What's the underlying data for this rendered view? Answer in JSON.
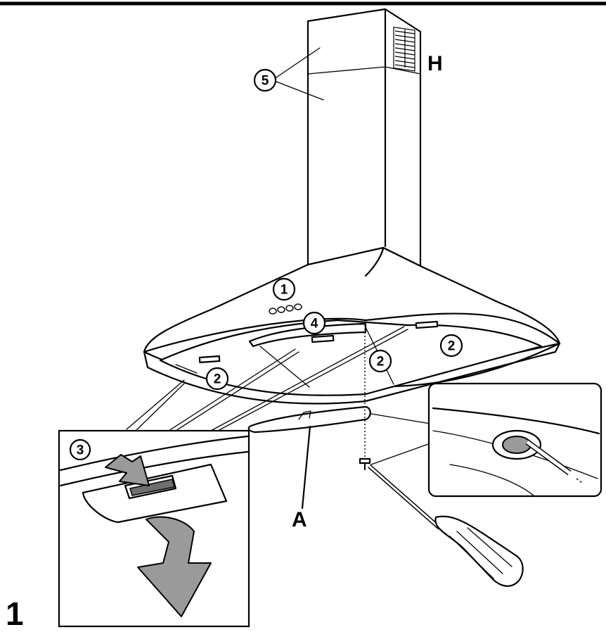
{
  "figure_number": "1",
  "letter_labels": {
    "h": "H",
    "a": "A"
  },
  "callouts": {
    "c1": "1",
    "c2a": "2",
    "c2b": "2",
    "c2c": "2",
    "c3": "3",
    "c4": "4",
    "c5": "5"
  },
  "colors": {
    "line": "#000000",
    "fill": "#ffffff",
    "shade": "#9a9a9a"
  }
}
